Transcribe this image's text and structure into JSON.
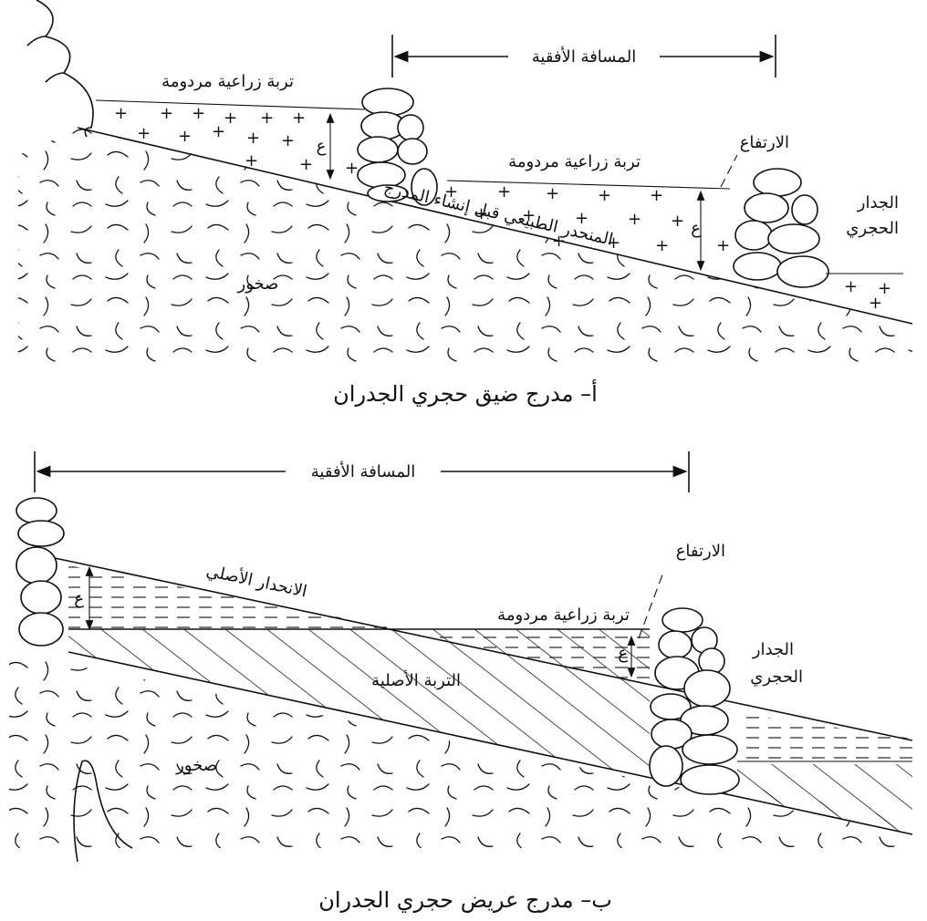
{
  "diagram_a": {
    "caption": "أ– مدرج ضيق حجري الجدران",
    "horizontal_distance": "المسافة الأفقية",
    "fill_soil_upper": "تربة زراعية مردومة",
    "fill_soil_lower": "تربة زراعية مردومة",
    "height_label": "الارتفاع",
    "height_symbol": "ع",
    "stone_wall_line1": "الجدار",
    "stone_wall_line2": "الحجري",
    "natural_slope": "المنحدر الطبيعي قبل إنشاء المدرج",
    "rocks": "صخور"
  },
  "diagram_b": {
    "caption": "ب– مدرج عريض حجري الجدران",
    "horizontal_distance": "المسافة الأفقية",
    "original_slope": "الانحدار الأصلي",
    "fill_soil": "تربة زراعية مردومة",
    "height_label": "الارتفاع",
    "height_symbol": "ع",
    "stone_wall_line1": "الجدار",
    "stone_wall_line2": "الحجري",
    "original_soil": "التربة الأصلية",
    "rocks": "صخور"
  }
}
